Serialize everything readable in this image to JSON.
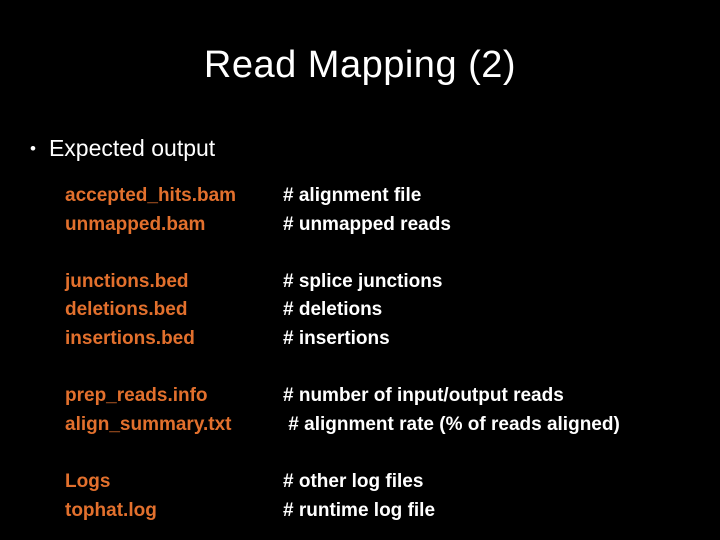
{
  "slide": {
    "title": "Read Mapping (2)",
    "bullet_marker": "•",
    "bullet_text": "Expected output",
    "colors": {
      "background": "#000000",
      "title_text": "#FFFFFF",
      "comment_text": "#FFFFFF",
      "filename_text": "#E2702D"
    },
    "groups": [
      {
        "rows": [
          {
            "file": "accepted_hits.bam",
            "comment": "# alignment file"
          },
          {
            "file": "unmapped.bam",
            "comment": "# unmapped reads"
          }
        ]
      },
      {
        "rows": [
          {
            "file": "junctions.bed",
            "comment": "# splice junctions"
          },
          {
            "file": "deletions.bed",
            "comment": "# deletions"
          },
          {
            "file": "insertions.bed",
            "comment": "# insertions"
          }
        ]
      },
      {
        "rows": [
          {
            "file": "prep_reads.info",
            "comment": "# number of input/output reads"
          },
          {
            "file": "align_summary.txt",
            "comment": " # alignment rate (% of reads aligned)"
          }
        ]
      },
      {
        "rows": [
          {
            "file": "Logs",
            "comment": "# other log files"
          },
          {
            "file": "tophat.log",
            "comment": "# runtime log file"
          }
        ]
      }
    ]
  }
}
